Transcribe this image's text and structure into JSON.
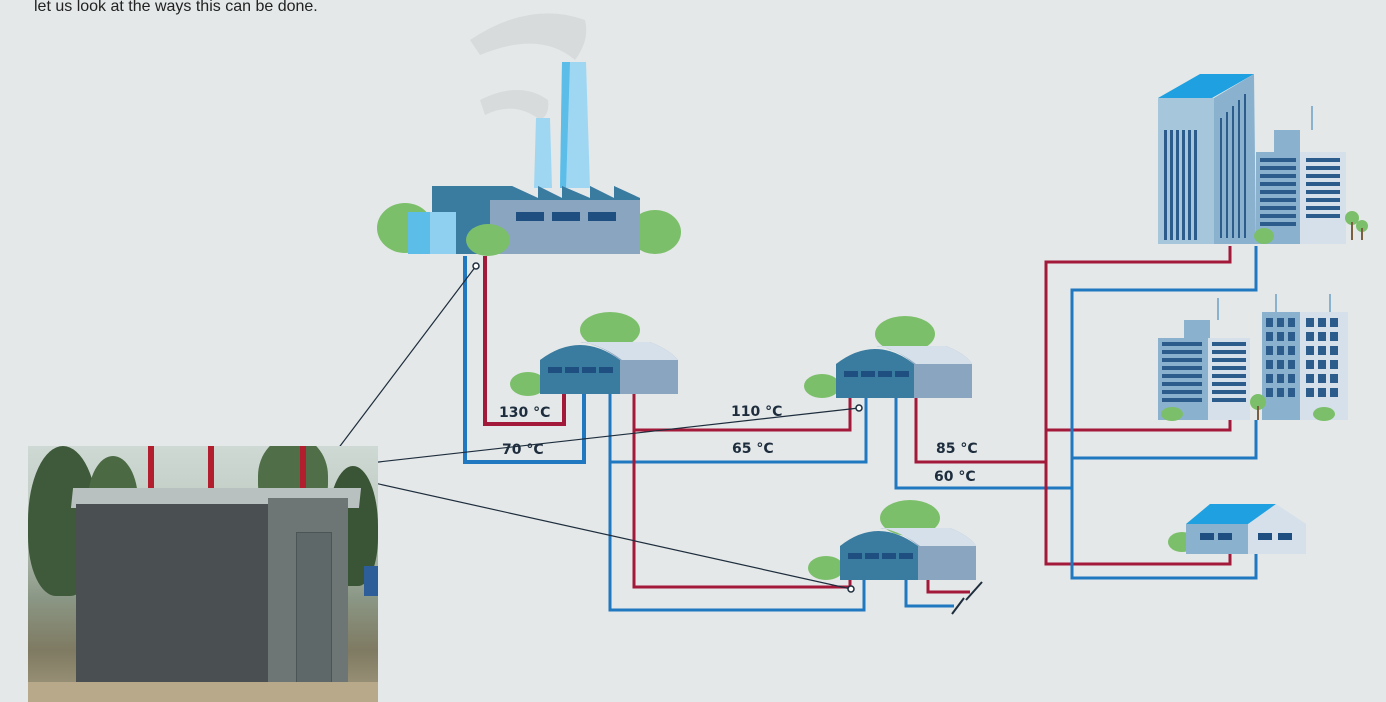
{
  "intro_text": "let us look at the ways this can be done.",
  "temperatures": {
    "t130": "130 °C",
    "t70": "70 °C",
    "t110": "110 °C",
    "t65": "65 °C",
    "t85": "85 °C",
    "t60": "60 °C"
  },
  "colors": {
    "supply": "#a3193a",
    "return": "#1f78c0",
    "background": "#e4e8e8",
    "building_dark": "#3a7ba0",
    "building_light": "#8aa5c0",
    "cloud": "#7cbf6a"
  },
  "icons": [
    "power-plant-icon",
    "substation-icon",
    "office-tower-icon",
    "apartment-block-icon",
    "house-icon",
    "tree-icon"
  ]
}
